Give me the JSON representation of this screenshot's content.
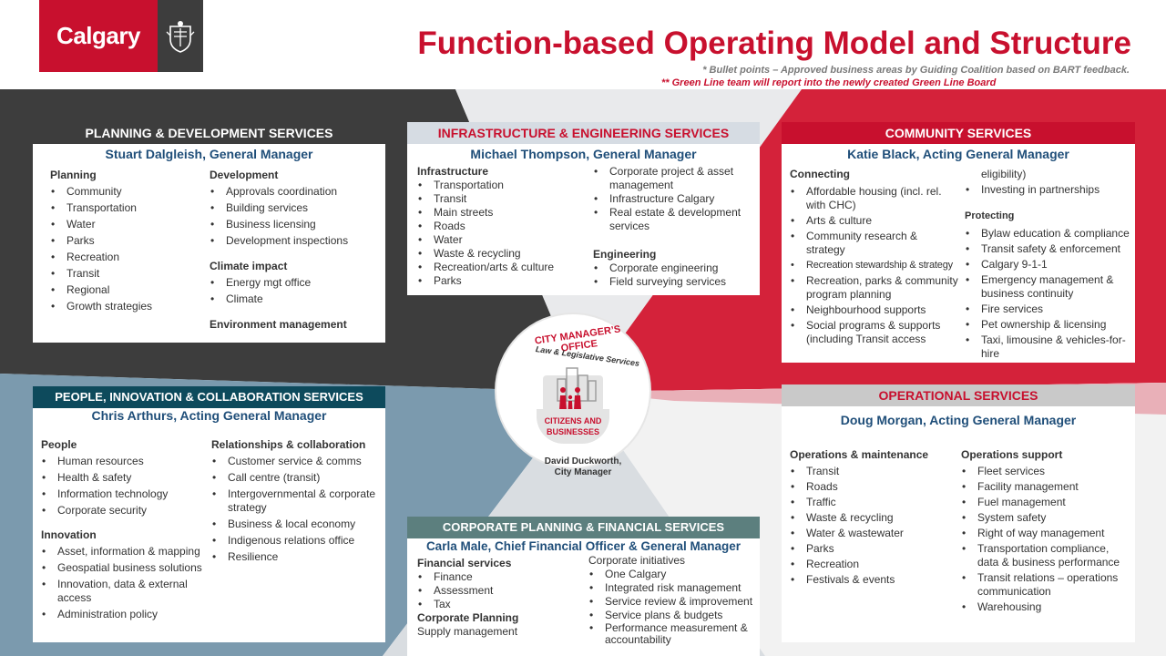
{
  "header": {
    "logo_text": "Calgary",
    "title": "Function-based Operating Model and Structure",
    "note_1": "* Bullet points – Approved business areas by Guiding Coalition based on BART feedback.",
    "note_2": "** Green Line team will report into the newly created Green Line Board"
  },
  "colors": {
    "brand_red": "#c8102e",
    "dark_grey": "#3d3d3d",
    "steel_blue": "#7b9aae",
    "navy": "#1f4e79",
    "teal_dark": "#0d4a5c",
    "slate_teal": "#5c7f7e",
    "light_grey": "#c9cfd5"
  },
  "icons": {
    "logo_crest": "city-crest-icon",
    "citizens": "citizens-city-icon"
  },
  "center": {
    "office_title": "CITY MANAGER’S OFFICE",
    "office_subtitle": "Law & Legislative Services",
    "citizens_label_1": "CITIZENS AND",
    "citizens_label_2": "BUSINESSES",
    "manager_name": "David Duckworth,",
    "manager_role": "City Manager"
  },
  "pds": {
    "title": "PLANNING & DEVELOPMENT SERVICES",
    "manager": "Stuart Dalgleish, General Manager",
    "planning": {
      "head": "Planning",
      "items": [
        "Community",
        "Transportation",
        "Water",
        "Parks",
        "Recreation",
        "Transit",
        "Regional",
        "Growth strategies"
      ]
    },
    "development": {
      "head": "Development",
      "items": [
        "Approvals coordination",
        "Building services",
        "Business licensing",
        "Development inspections"
      ]
    },
    "climate": {
      "head": "Climate impact",
      "items": [
        "Energy mgt office",
        "Climate"
      ]
    },
    "environment": {
      "head": "Environment  management"
    }
  },
  "ies": {
    "title": "INFRASTRUCTURE & ENGINEERING SERVICES",
    "manager": "Michael Thompson, General Manager",
    "infrastructure": {
      "head": "Infrastructure",
      "items": [
        "Transportation",
        "Transit",
        "Main streets",
        "Roads",
        "Water",
        "Waste & recycling",
        "Recreation/arts & culture",
        "Parks"
      ]
    },
    "right_items": [
      "Corporate project & asset management",
      "Infrastructure Calgary",
      "Real estate & development services"
    ],
    "engineering": {
      "head": "Engineering",
      "items": [
        "Corporate engineering",
        "Field surveying services"
      ]
    }
  },
  "cs": {
    "title": "COMMUNITY SERVICES",
    "manager": "Katie Black, Acting  General Manager",
    "connecting": {
      "head": "Connecting",
      "items": [
        "Affordable housing (incl. rel. with CHC)",
        "Arts & culture",
        "Community research & strategy",
        "Recreation stewardship & strategy",
        "Recreation, parks & community program planning",
        "Neighbourhood supports",
        "Social programs & supports (including Transit access"
      ]
    },
    "continued": "eligibility)",
    "right_items": [
      "Investing in partnerships"
    ],
    "protecting": {
      "head": "Protecting",
      "items": [
        "Bylaw education & compliance",
        "Transit safety & enforcement",
        "Calgary 9-1-1",
        "Emergency management & business continuity",
        "Fire services",
        "Pet ownership & licensing",
        "Taxi, limousine & vehicles-for-hire"
      ]
    }
  },
  "pics": {
    "title": "PEOPLE, INNOVATION & COLLABORATION  SERVICES",
    "manager": "Chris Arthurs, Acting  General Manager",
    "people": {
      "head": "People",
      "items": [
        "Human resources",
        "Health & safety",
        "Information technology",
        "Corporate security"
      ]
    },
    "innovation": {
      "head": "Innovation",
      "items": [
        "Asset, information & mapping",
        "Geospatial business solutions",
        "Innovation, data & external access",
        "Administration policy"
      ]
    },
    "relationships": {
      "head": "Relationships & collaboration",
      "items": [
        "Customer service & comms",
        "Call centre (transit)",
        "Intergovernmental & corporate strategy",
        "Business & local economy",
        "Indigenous relations office",
        "Resilience"
      ]
    }
  },
  "cpfs": {
    "title": "CORPORATE PLANNING & FINANCIAL  SERVICES",
    "manager": "Carla Male, Chief Financial Officer & General Manager",
    "financial": {
      "head": "Financial services",
      "items": [
        "Finance",
        "Assessment",
        "Tax"
      ]
    },
    "corp_planning": "Corporate Planning",
    "supply": "Supply management",
    "initiatives": {
      "head": "Corporate initiatives",
      "items": [
        "One Calgary",
        "Integrated risk management",
        "Service review & improvement",
        "Service plans & budgets",
        "Performance measurement & accountability"
      ]
    }
  },
  "ops": {
    "title": "OPERATIONAL SERVICES",
    "manager": "Doug Morgan, Acting General Manager",
    "maintenance": {
      "head": "Operations & maintenance",
      "items": [
        "Transit",
        "Roads",
        "Traffic",
        "Waste & recycling",
        "Water & wastewater",
        "Parks",
        "Recreation",
        "Festivals & events"
      ]
    },
    "support": {
      "head": "Operations support",
      "items": [
        "Fleet services",
        "Facility management",
        "Fuel management",
        "System safety",
        "Right of way management",
        "Transportation compliance, data & business performance",
        "Transit relations – operations communication",
        "Warehousing"
      ]
    }
  }
}
